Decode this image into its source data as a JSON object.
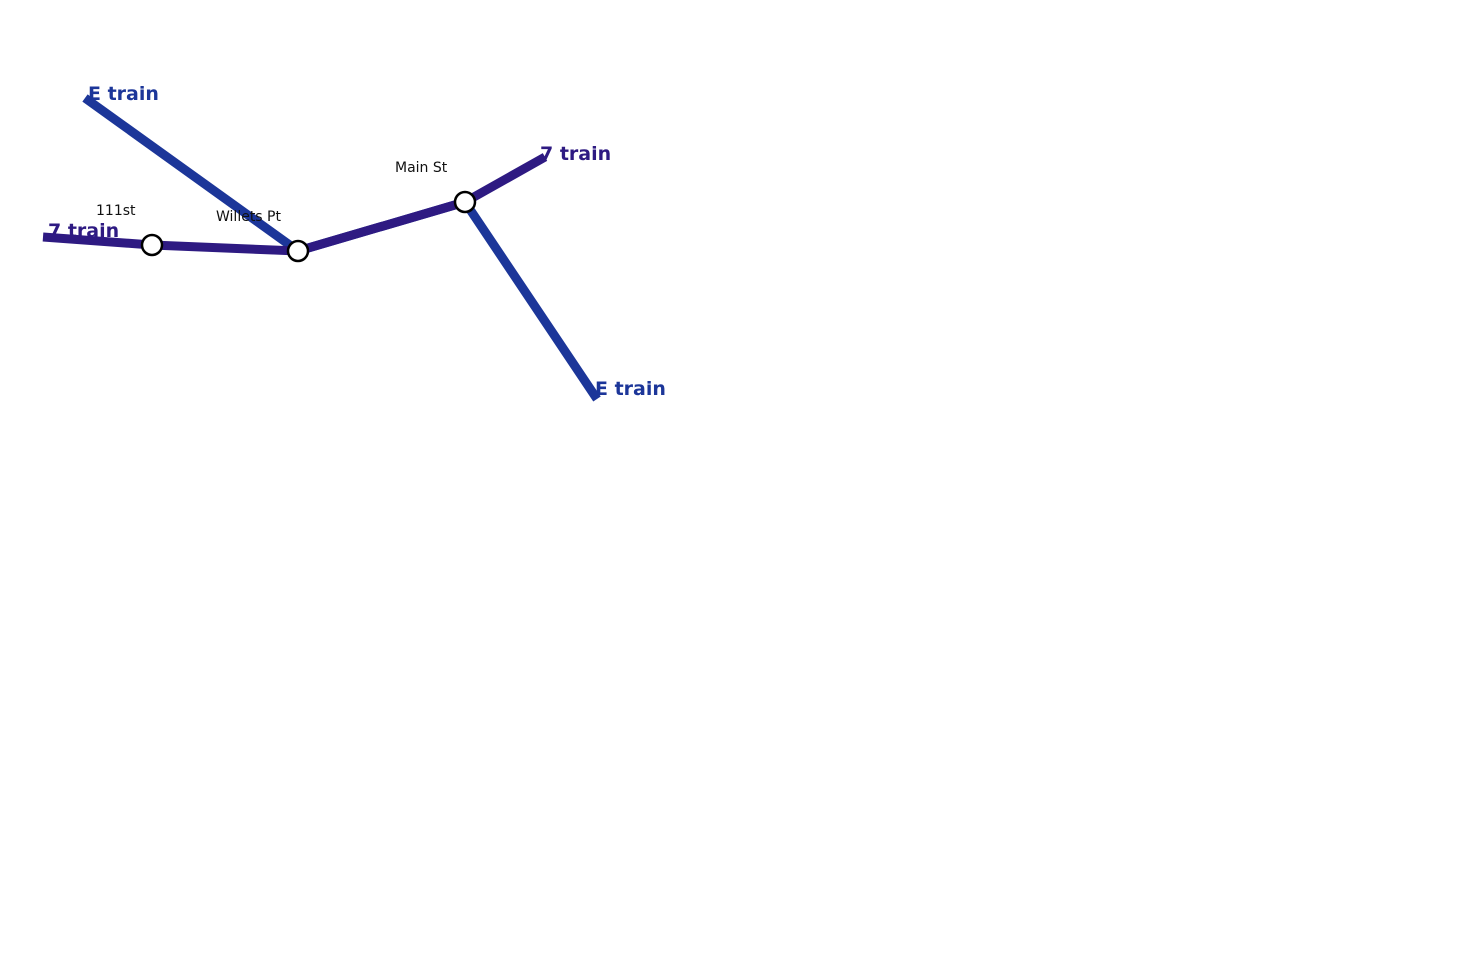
{
  "colors": {
    "line_7": "#2e1a82",
    "line_e": "#1c3699",
    "background": "#ffffff"
  },
  "routes": {
    "e_train_north_label": "E train",
    "e_train_south_label": "E train",
    "seven_train_west_label": "7 train",
    "seven_train_east_label": "7 train"
  },
  "stations": {
    "s111st": "111st",
    "willets_pt": "Willets Pt",
    "main_st": "Main St"
  }
}
